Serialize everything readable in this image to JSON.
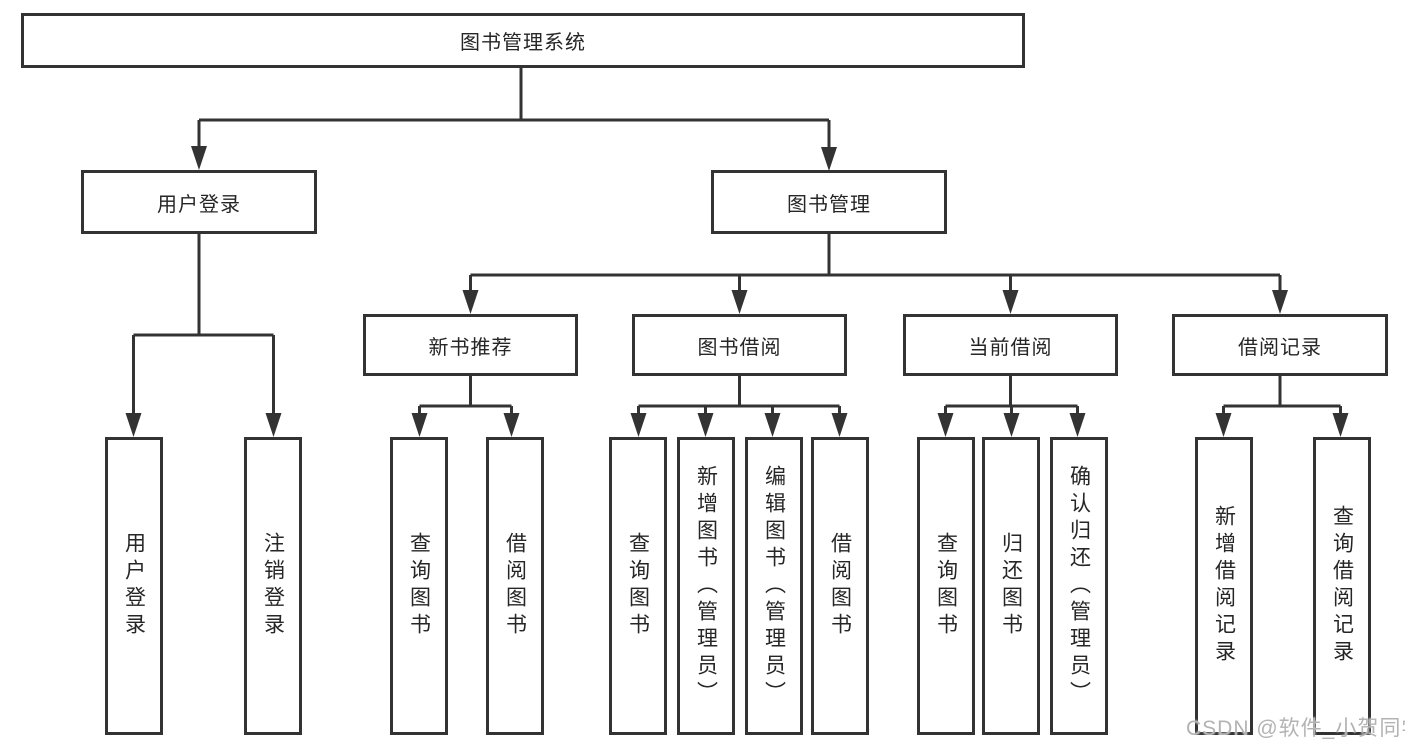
{
  "nodes": {
    "root": "图书管理系统",
    "level1": {
      "user_login": "用户登录",
      "book_management": "图书管理"
    },
    "level2": {
      "new_book_recommend": "新书推荐",
      "book_borrowing": "图书借阅",
      "current_borrowing": "当前借阅",
      "borrowing_records": "借阅记录"
    },
    "leaves": {
      "user_login": "用户登录",
      "logout": "注销登录",
      "query_books_recommend": "查询图书",
      "borrow_books_recommend": "借阅图书",
      "query_books_borrowing": "查询图书",
      "add_books_admin": "新增图书（管理员）",
      "edit_books_admin": "编辑图书（管理员）",
      "borrow_books_borrowing": "借阅图书",
      "query_books_current": "查询图书",
      "return_books": "归还图书",
      "confirm_return_admin": "确认归还（管理员）",
      "add_borrow_record": "新增借阅记录",
      "query_borrow_record": "查询借阅记录"
    }
  },
  "watermark": {
    "text": "CSDN @软件_小贺同学"
  },
  "colors": {
    "line": "#333333",
    "box_border": "#333333",
    "text": "#262626",
    "watermark": "#b3b3b3",
    "background": "#ffffff"
  }
}
